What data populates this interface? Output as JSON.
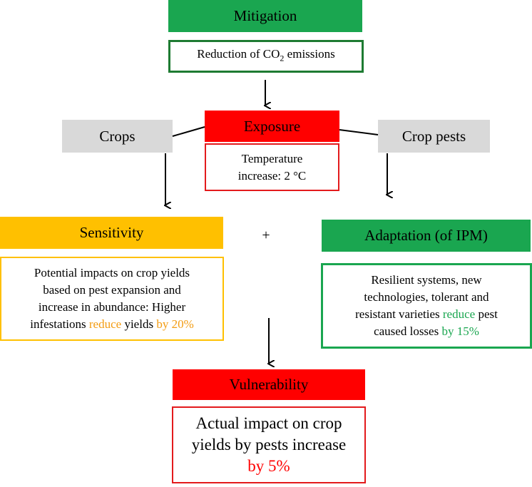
{
  "mitigation": {
    "title": "Mitigation",
    "detail_prefix": "Reduction of CO",
    "detail_sub": "2",
    "detail_suffix": " emissions"
  },
  "exposure": {
    "title": "Exposure",
    "detail_line1": "Temperature",
    "detail_line2": "increase: 2 °C"
  },
  "crops": {
    "title": "Crops"
  },
  "crop_pests": {
    "title": "Crop pests"
  },
  "plus": "+",
  "sensitivity": {
    "title": "Sensitivity",
    "line1": "Potential impacts on crop yields",
    "line2": "based on pest expansion and",
    "line3": "increase in abundance: Higher",
    "line4_a": "infestations ",
    "line4_b": "reduce",
    "line4_c": " yields ",
    "line4_d": "by 20%"
  },
  "adaptation": {
    "title": "Adaptation (of IPM)",
    "line1": "Resilient systems, new",
    "line2": "technologies, tolerant and",
    "line3_a": "resistant varieties ",
    "line3_b": "reduce",
    "line3_c": " pest",
    "line4_a": "caused losses ",
    "line4_b": "by 15%"
  },
  "vulnerability": {
    "title": "Vulnerability",
    "line1": "Actual impact on crop",
    "line2": "yields by pests increase",
    "line3": "by 5%"
  },
  "colors": {
    "green": "#1aa650",
    "red": "#ff0000",
    "gray": "#d9d9d9",
    "yellow": "#ffc000",
    "orange_text": "#f39c12"
  }
}
